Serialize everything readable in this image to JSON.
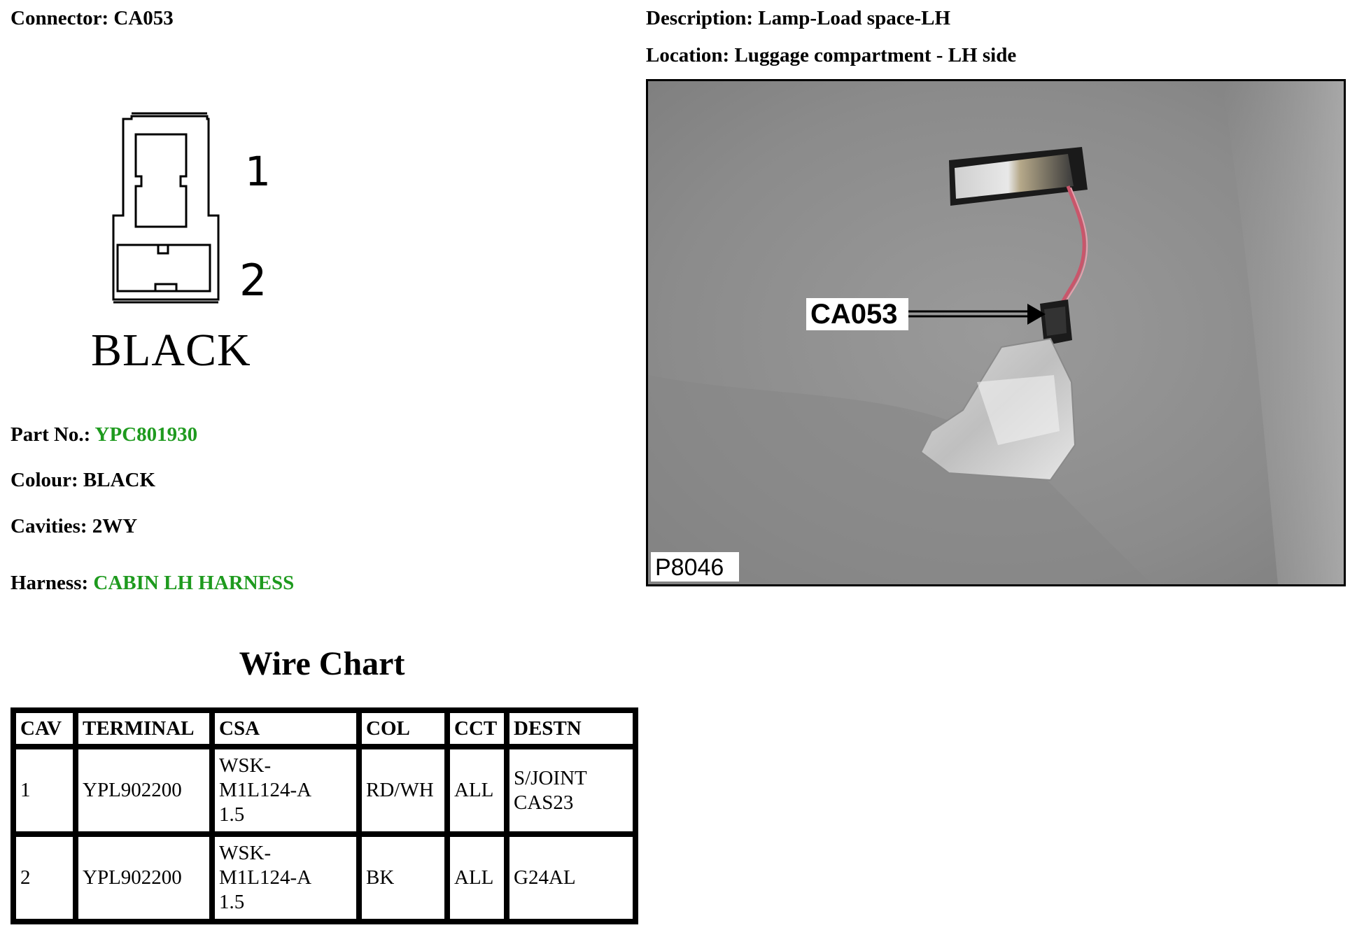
{
  "connector": {
    "label": "Connector:",
    "value": "CA053"
  },
  "description": {
    "label": "Description:",
    "value": "Lamp-Load space-LH"
  },
  "location": {
    "label": "Location:",
    "value": "Luggage compartment - LH side"
  },
  "drawing": {
    "pin1": "1",
    "pin2": "2",
    "colour_caption": "BLACK"
  },
  "photo": {
    "callout": "CA053",
    "figure_id": "P8046"
  },
  "part_no": {
    "label": "Part No.:",
    "value": "YPC801930"
  },
  "colour": {
    "label": "Colour:",
    "value": "BLACK"
  },
  "cavities": {
    "label": "Cavities:",
    "value": "2WY"
  },
  "harness": {
    "label": "Harness:",
    "value": "CABIN LH HARNESS"
  },
  "link_color": "#1e9a1e",
  "wire_chart": {
    "title": "Wire Chart",
    "headers": [
      "CAV",
      "TERMINAL",
      "CSA",
      "COL",
      "CCT",
      "DESTN"
    ],
    "rows": [
      {
        "cav": "1",
        "terminal": "YPL902200",
        "csa_1": "WSK-",
        "csa_2": "M1L124-A",
        "csa_3": "1.5",
        "col": "RD/WH",
        "cct": "ALL",
        "destn_1": "S/JOINT",
        "destn_2": "CAS23"
      },
      {
        "cav": "2",
        "terminal": "YPL902200",
        "csa_1": "WSK-",
        "csa_2": "M1L124-A",
        "csa_3": "1.5",
        "col": "BK",
        "cct": "ALL",
        "destn_1": "G24AL",
        "destn_2": ""
      }
    ]
  }
}
